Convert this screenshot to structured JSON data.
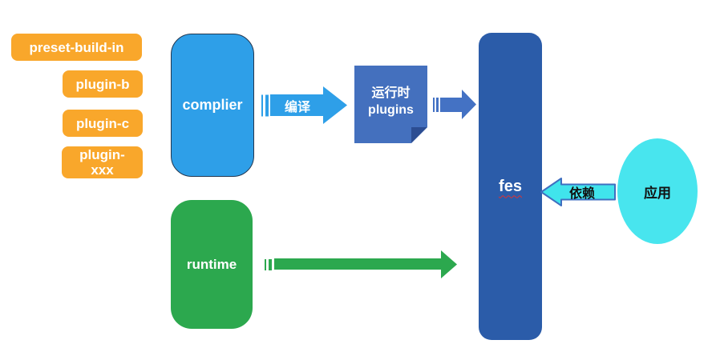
{
  "diagram": {
    "plugin_stack": {
      "items": [
        {
          "label": "preset-build-in"
        },
        {
          "label": "plugin-b"
        },
        {
          "label": "plugin-c"
        },
        {
          "line1": "plugin-",
          "line2": "xxx"
        }
      ]
    },
    "complier_box": {
      "label": "complier"
    },
    "compile_arrow": {
      "label": "编译"
    },
    "runtime_plugins_note": {
      "line1": "运行时",
      "line2": "plugins"
    },
    "fes_bar": {
      "label": "fes"
    },
    "depends_arrow": {
      "label": "依赖"
    },
    "app_ellipse": {
      "label": "应用"
    },
    "runtime_box": {
      "label": "runtime"
    },
    "colors": {
      "plugin_orange": "#F9A72B",
      "complier_blue": "#2E9FE8",
      "compile_arrow_blue": "#2E9FE8",
      "note_blue": "#4470BE",
      "note_fold_blue": "#2C4D92",
      "small_arrow_blue": "#4472C4",
      "fes_blue": "#2B5CA9",
      "runtime_green": "#2CA84E",
      "app_cyan": "#48E5EE",
      "depends_fill_cyan": "#40E4EC",
      "depends_border_blue": "#3F6FC0",
      "spellcheck_red": "#E03131"
    }
  }
}
